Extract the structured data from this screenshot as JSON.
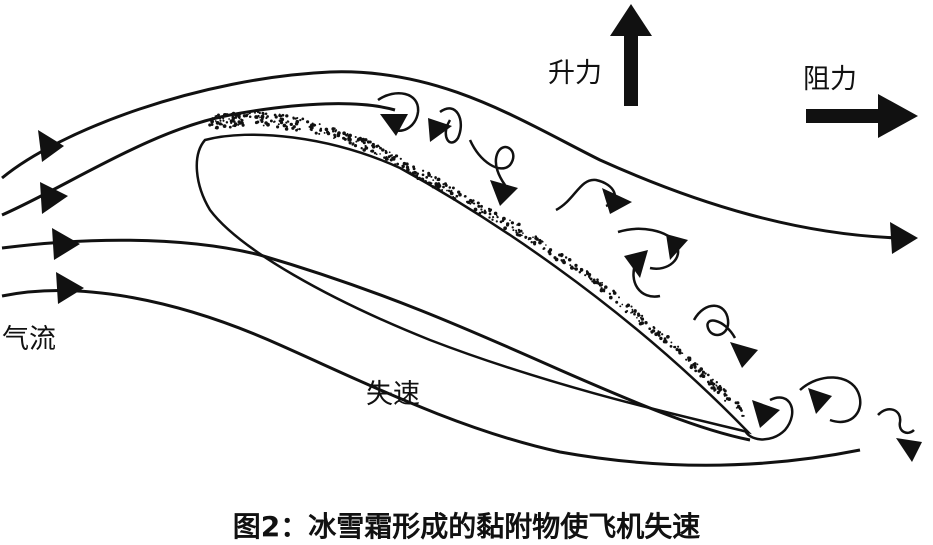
{
  "labels": {
    "lift": "升力",
    "drag": "阻力",
    "airflow": "气流",
    "stall": "失速"
  },
  "caption": "图2：冰雪霜形成的黏附物使飞机失速",
  "colors": {
    "ink": "#111111",
    "background": "#ffffff"
  }
}
